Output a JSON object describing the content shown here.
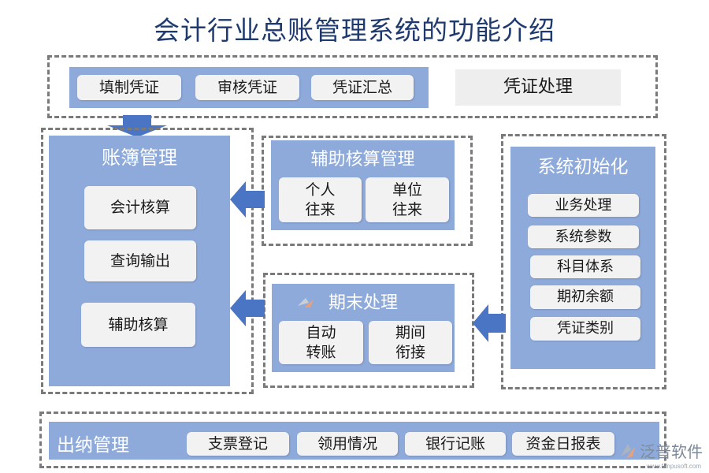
{
  "title": "会计行业总账管理系统的功能介绍",
  "voucher": {
    "items": [
      "填制凭证",
      "审核凭证",
      "凭证汇总"
    ],
    "label": "凭证处理"
  },
  "ledger": {
    "title": "账簿管理",
    "items": [
      "会计核算",
      "查询输出",
      "辅助核算"
    ]
  },
  "aux": {
    "title": "辅助核算管理",
    "items": [
      "个人\n往来",
      "单位\n往来"
    ]
  },
  "period_end": {
    "title": "期末处理",
    "items": [
      "自动\n转账",
      "期间\n衔接"
    ]
  },
  "init": {
    "title": "系统初始化",
    "items": [
      "业务处理",
      "系统参数",
      "科目体系",
      "期初余额",
      "凭证类别"
    ]
  },
  "cashier": {
    "title": "出纳管理",
    "items": [
      "支票登记",
      "领用情况",
      "银行记账",
      "资金日报表"
    ]
  },
  "watermark": {
    "brand": "泛普软件",
    "url": "www.fanpusoft.com"
  },
  "colors": {
    "panel": "#8eaadb",
    "arrow": "#4a74c4",
    "title": "#1f3a6e"
  }
}
